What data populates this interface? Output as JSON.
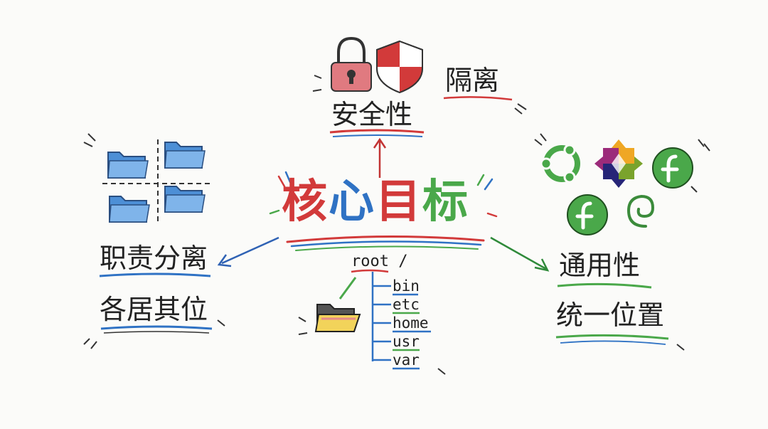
{
  "title_chars": [
    {
      "char": "核",
      "color": "#d23a3a"
    },
    {
      "char": "心",
      "color": "#2f72c4"
    },
    {
      "char": "目",
      "color": "#d23a3a"
    },
    {
      "char": "标",
      "color": "#4aa84a"
    }
  ],
  "top": {
    "label": "安全性",
    "side_label": "隔离"
  },
  "left": {
    "line1": "职责分离",
    "line2": "各居其位"
  },
  "right": {
    "line1": "通用性",
    "line2": "统一位置"
  },
  "tree": {
    "root": "root /",
    "dirs": [
      "bin",
      "etc",
      "home",
      "usr",
      "var"
    ]
  },
  "colors": {
    "red": "#d23a3a",
    "blue": "#2f72c4",
    "green": "#4aa84a",
    "ink": "#222222"
  },
  "icons": [
    "lock-icon",
    "shield-icon",
    "folder-icon",
    "ubuntu-icon",
    "centos-icon",
    "fedora-icon",
    "debian-icon",
    "open-folder-icon"
  ]
}
